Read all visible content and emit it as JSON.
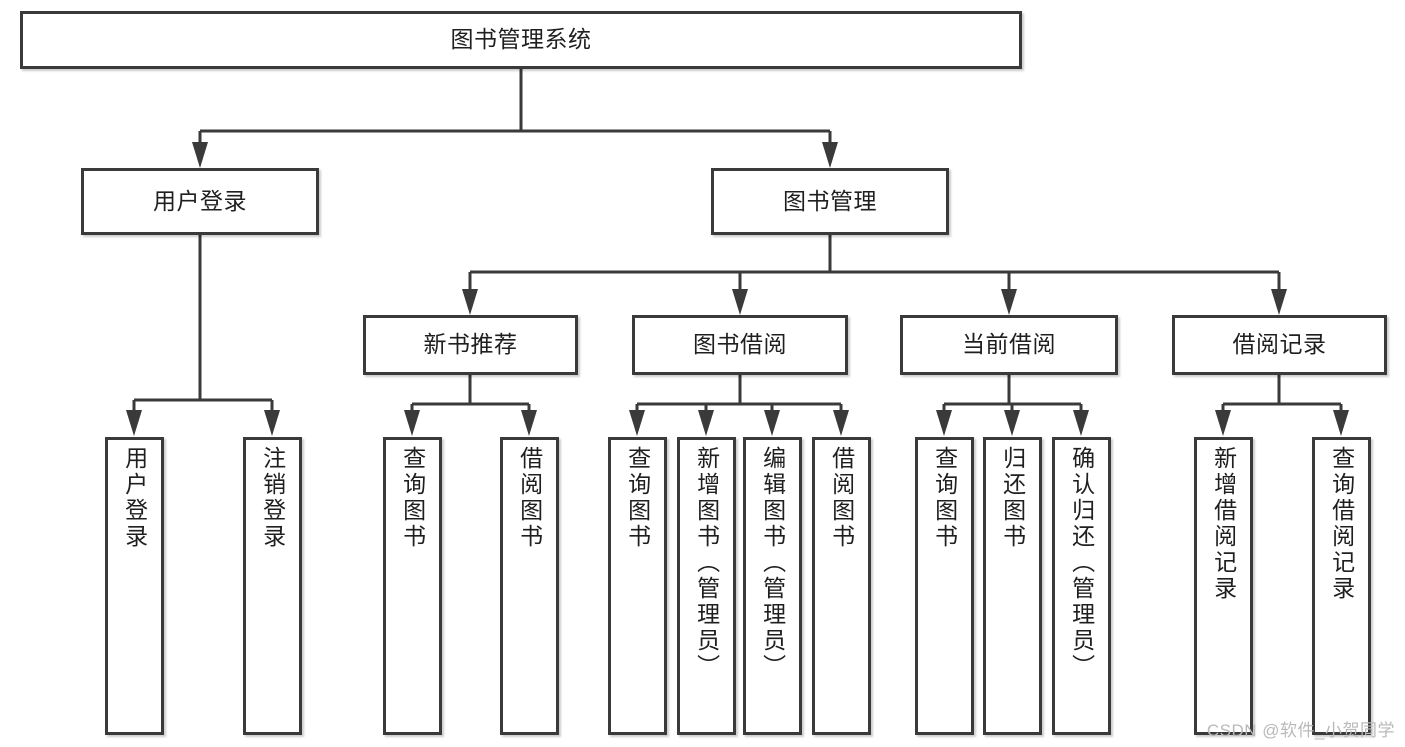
{
  "diagram": {
    "title": "图书管理系统",
    "type": "tree",
    "orientation": "top-down",
    "colors": {
      "stroke": "#3a3a3a",
      "box_fill": "#ffffff",
      "text": "#1f1f1f",
      "background": "#ffffff",
      "watermark": "#b9b9b9"
    }
  },
  "root": {
    "label": "图书管理系统"
  },
  "level2": [
    {
      "label": "用户登录"
    },
    {
      "label": "图书管理"
    }
  ],
  "level3": [
    {
      "label": "新书推荐"
    },
    {
      "label": "图书借阅"
    },
    {
      "label": "当前借阅"
    },
    {
      "label": "借阅记录"
    }
  ],
  "leaves": {
    "user_login": [
      {
        "label": "用户登录"
      },
      {
        "label": "注销登录"
      }
    ],
    "new_book_recommend": [
      {
        "label": "查询图书"
      },
      {
        "label": "借阅图书"
      }
    ],
    "book_borrow": [
      {
        "label": "查询图书"
      },
      {
        "label": "新增图书（管理员）"
      },
      {
        "label": "编辑图书（管理员）"
      },
      {
        "label": "借阅图书"
      }
    ],
    "current_borrow": [
      {
        "label": "查询图书"
      },
      {
        "label": "归还图书"
      },
      {
        "label": "确认归还（管理员）"
      }
    ],
    "borrow_record": [
      {
        "label": "新增借阅记录"
      },
      {
        "label": "查询借阅记录"
      }
    ]
  },
  "watermark": {
    "text": "CSDN @软件_小贺同学"
  }
}
